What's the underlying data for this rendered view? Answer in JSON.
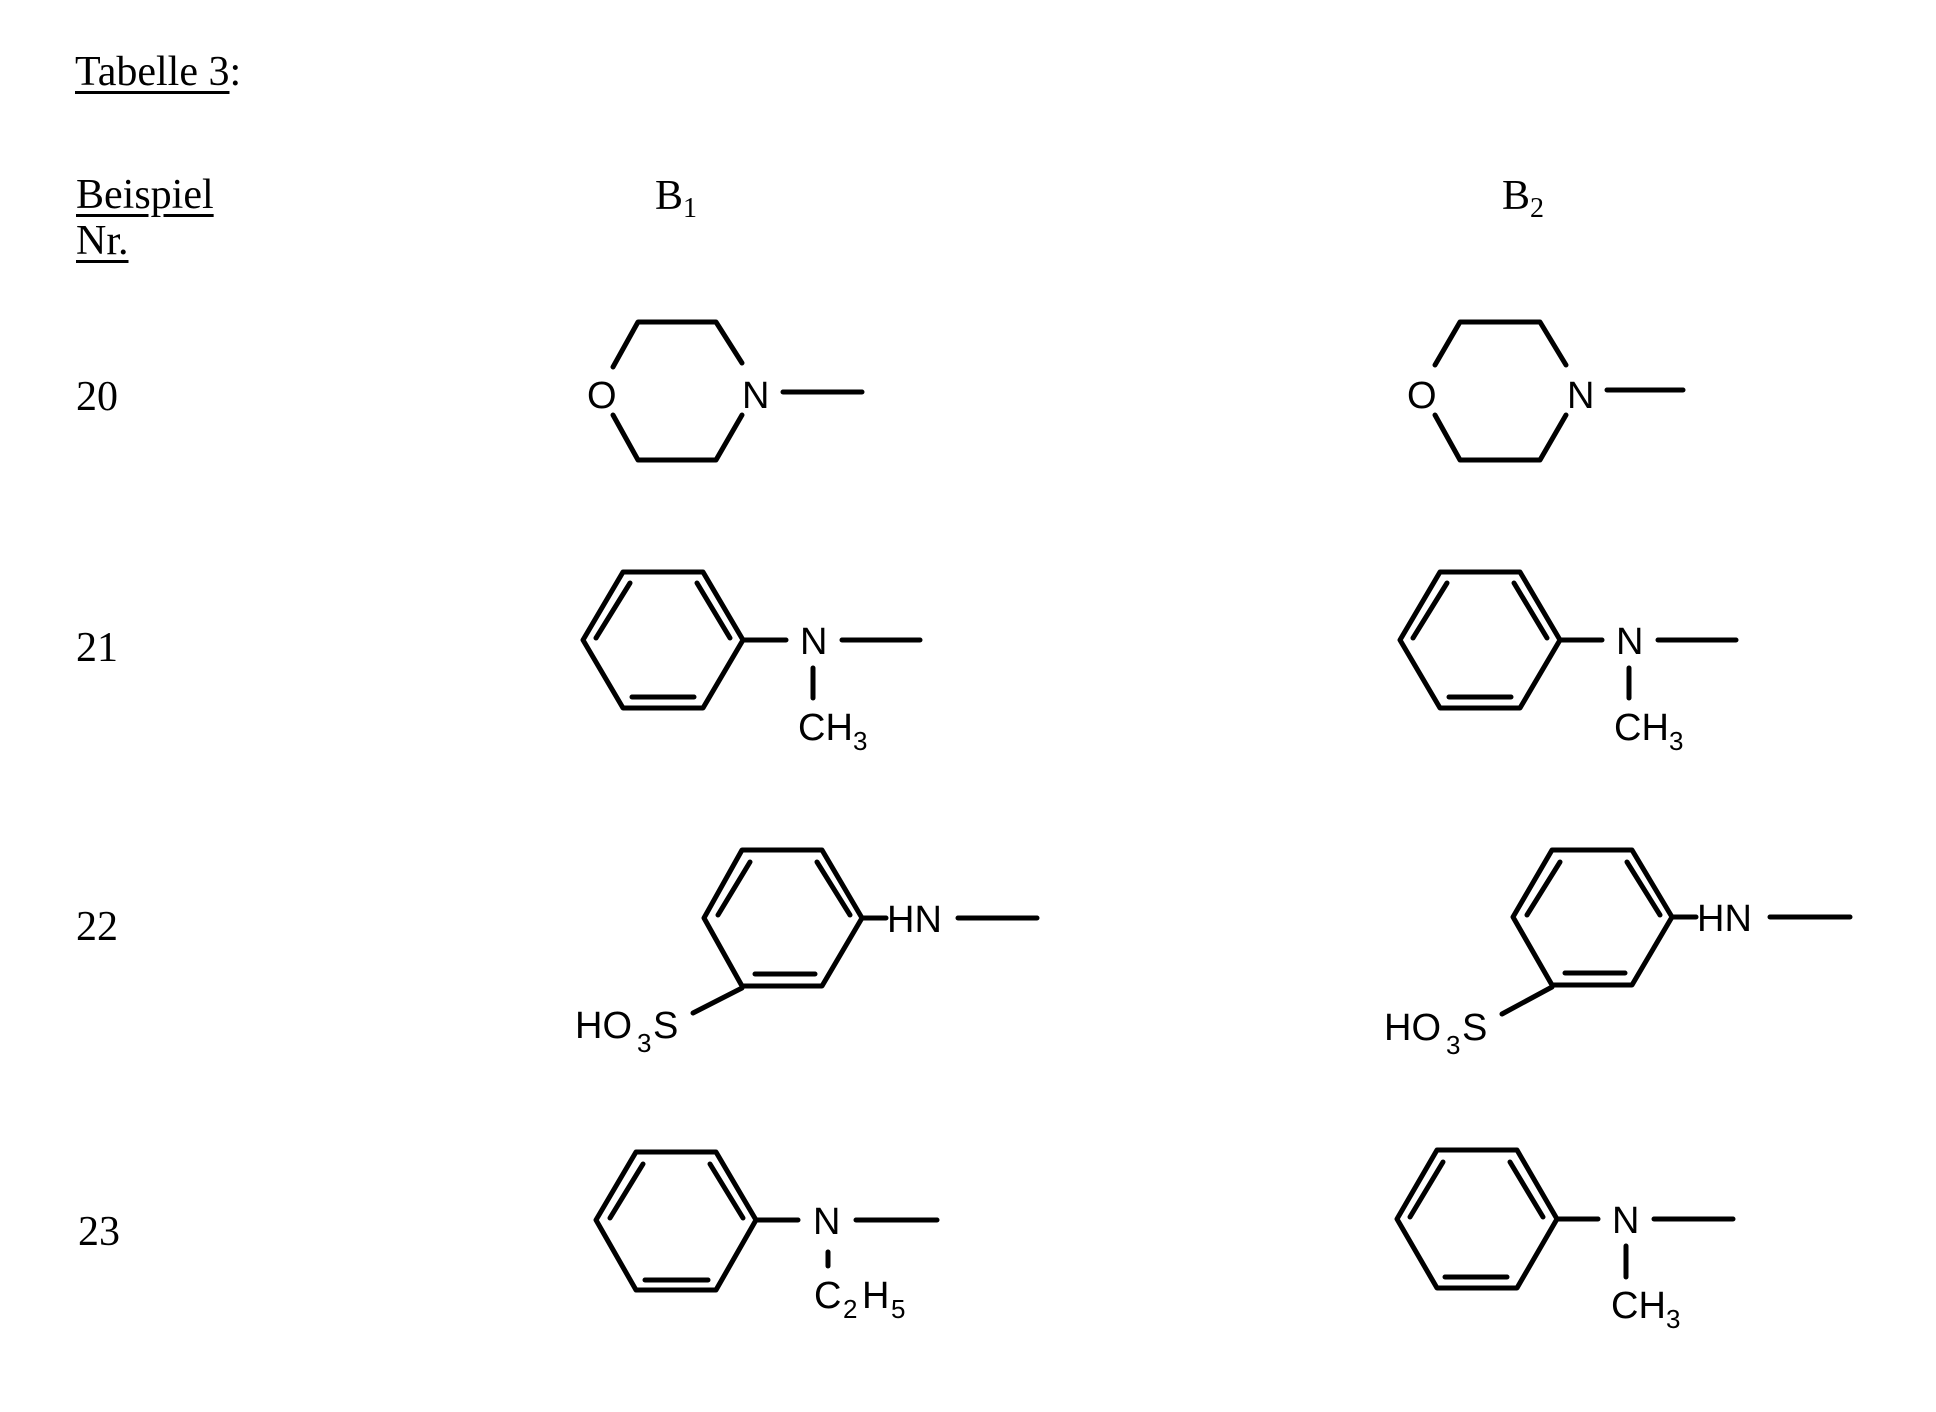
{
  "document": {
    "title_main": "Tabelle 3",
    "title_suffix": ":",
    "header": {
      "example_col_line1": "Beispiel",
      "example_col_line2": "Nr.",
      "col_b1": "B",
      "col_b1_sub": "1",
      "col_b2": "B",
      "col_b2_sub": "2"
    },
    "rows": [
      {
        "number": "20",
        "b1": {
          "structure": "morpholin-4-yl",
          "labels": {
            "o": "O",
            "n": "N"
          }
        },
        "b2": {
          "structure": "morpholin-4-yl",
          "labels": {
            "o": "O",
            "n": "N"
          }
        }
      },
      {
        "number": "21",
        "b1": {
          "structure": "N-methyl-anilino",
          "labels": {
            "n": "N",
            "sub_main": "CH",
            "sub_idx": "3"
          }
        },
        "b2": {
          "structure": "N-methyl-anilino",
          "labels": {
            "n": "N",
            "sub_main": "CH",
            "sub_idx": "3"
          }
        }
      },
      {
        "number": "22",
        "b1": {
          "structure": "3-sulfoanilino",
          "labels": {
            "hn": "HN",
            "ho": "HO",
            "ho_idx": "3",
            "s": "S"
          }
        },
        "b2": {
          "structure": "3-sulfoanilino",
          "labels": {
            "hn": "HN",
            "ho": "HO",
            "ho_idx": "3",
            "s": "S"
          }
        }
      },
      {
        "number": "23",
        "b1": {
          "structure": "N-ethyl-anilino",
          "labels": {
            "n": "N",
            "c": "C",
            "c_idx": "2",
            "h": "H",
            "h_idx": "5"
          }
        },
        "b2": {
          "structure": "N-methyl-anilino",
          "labels": {
            "n": "N",
            "sub_main": "CH",
            "sub_idx": "3"
          }
        }
      }
    ]
  }
}
